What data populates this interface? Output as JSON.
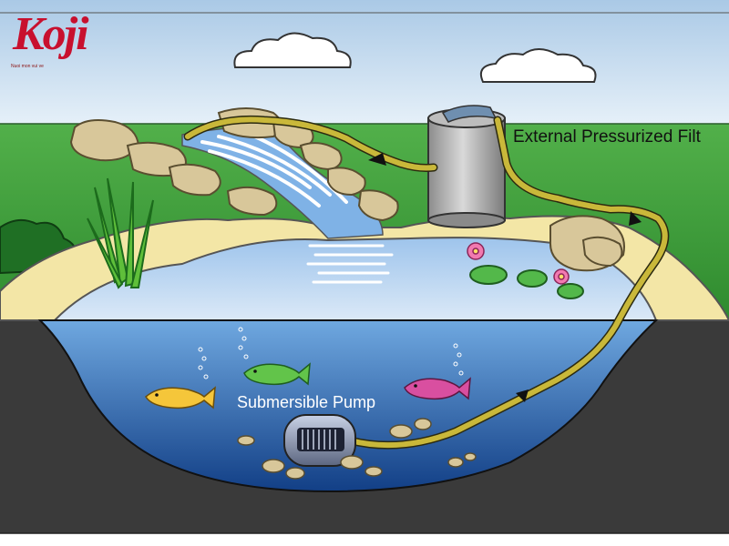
{
  "labels": {
    "filter": "External Pressurized Filt",
    "pump": "Submersible Pump"
  },
  "logo": {
    "text": "Koji",
    "tagline": "Nuoi mon vui ve"
  },
  "colors": {
    "sky": "#cfe3f2",
    "grass": "#3e9a3a",
    "sand": "#f3e6a6",
    "ground": "#3a3a3a",
    "water": "#2f66b3",
    "hose": "#c9b83a",
    "logo": "#c8102e"
  }
}
